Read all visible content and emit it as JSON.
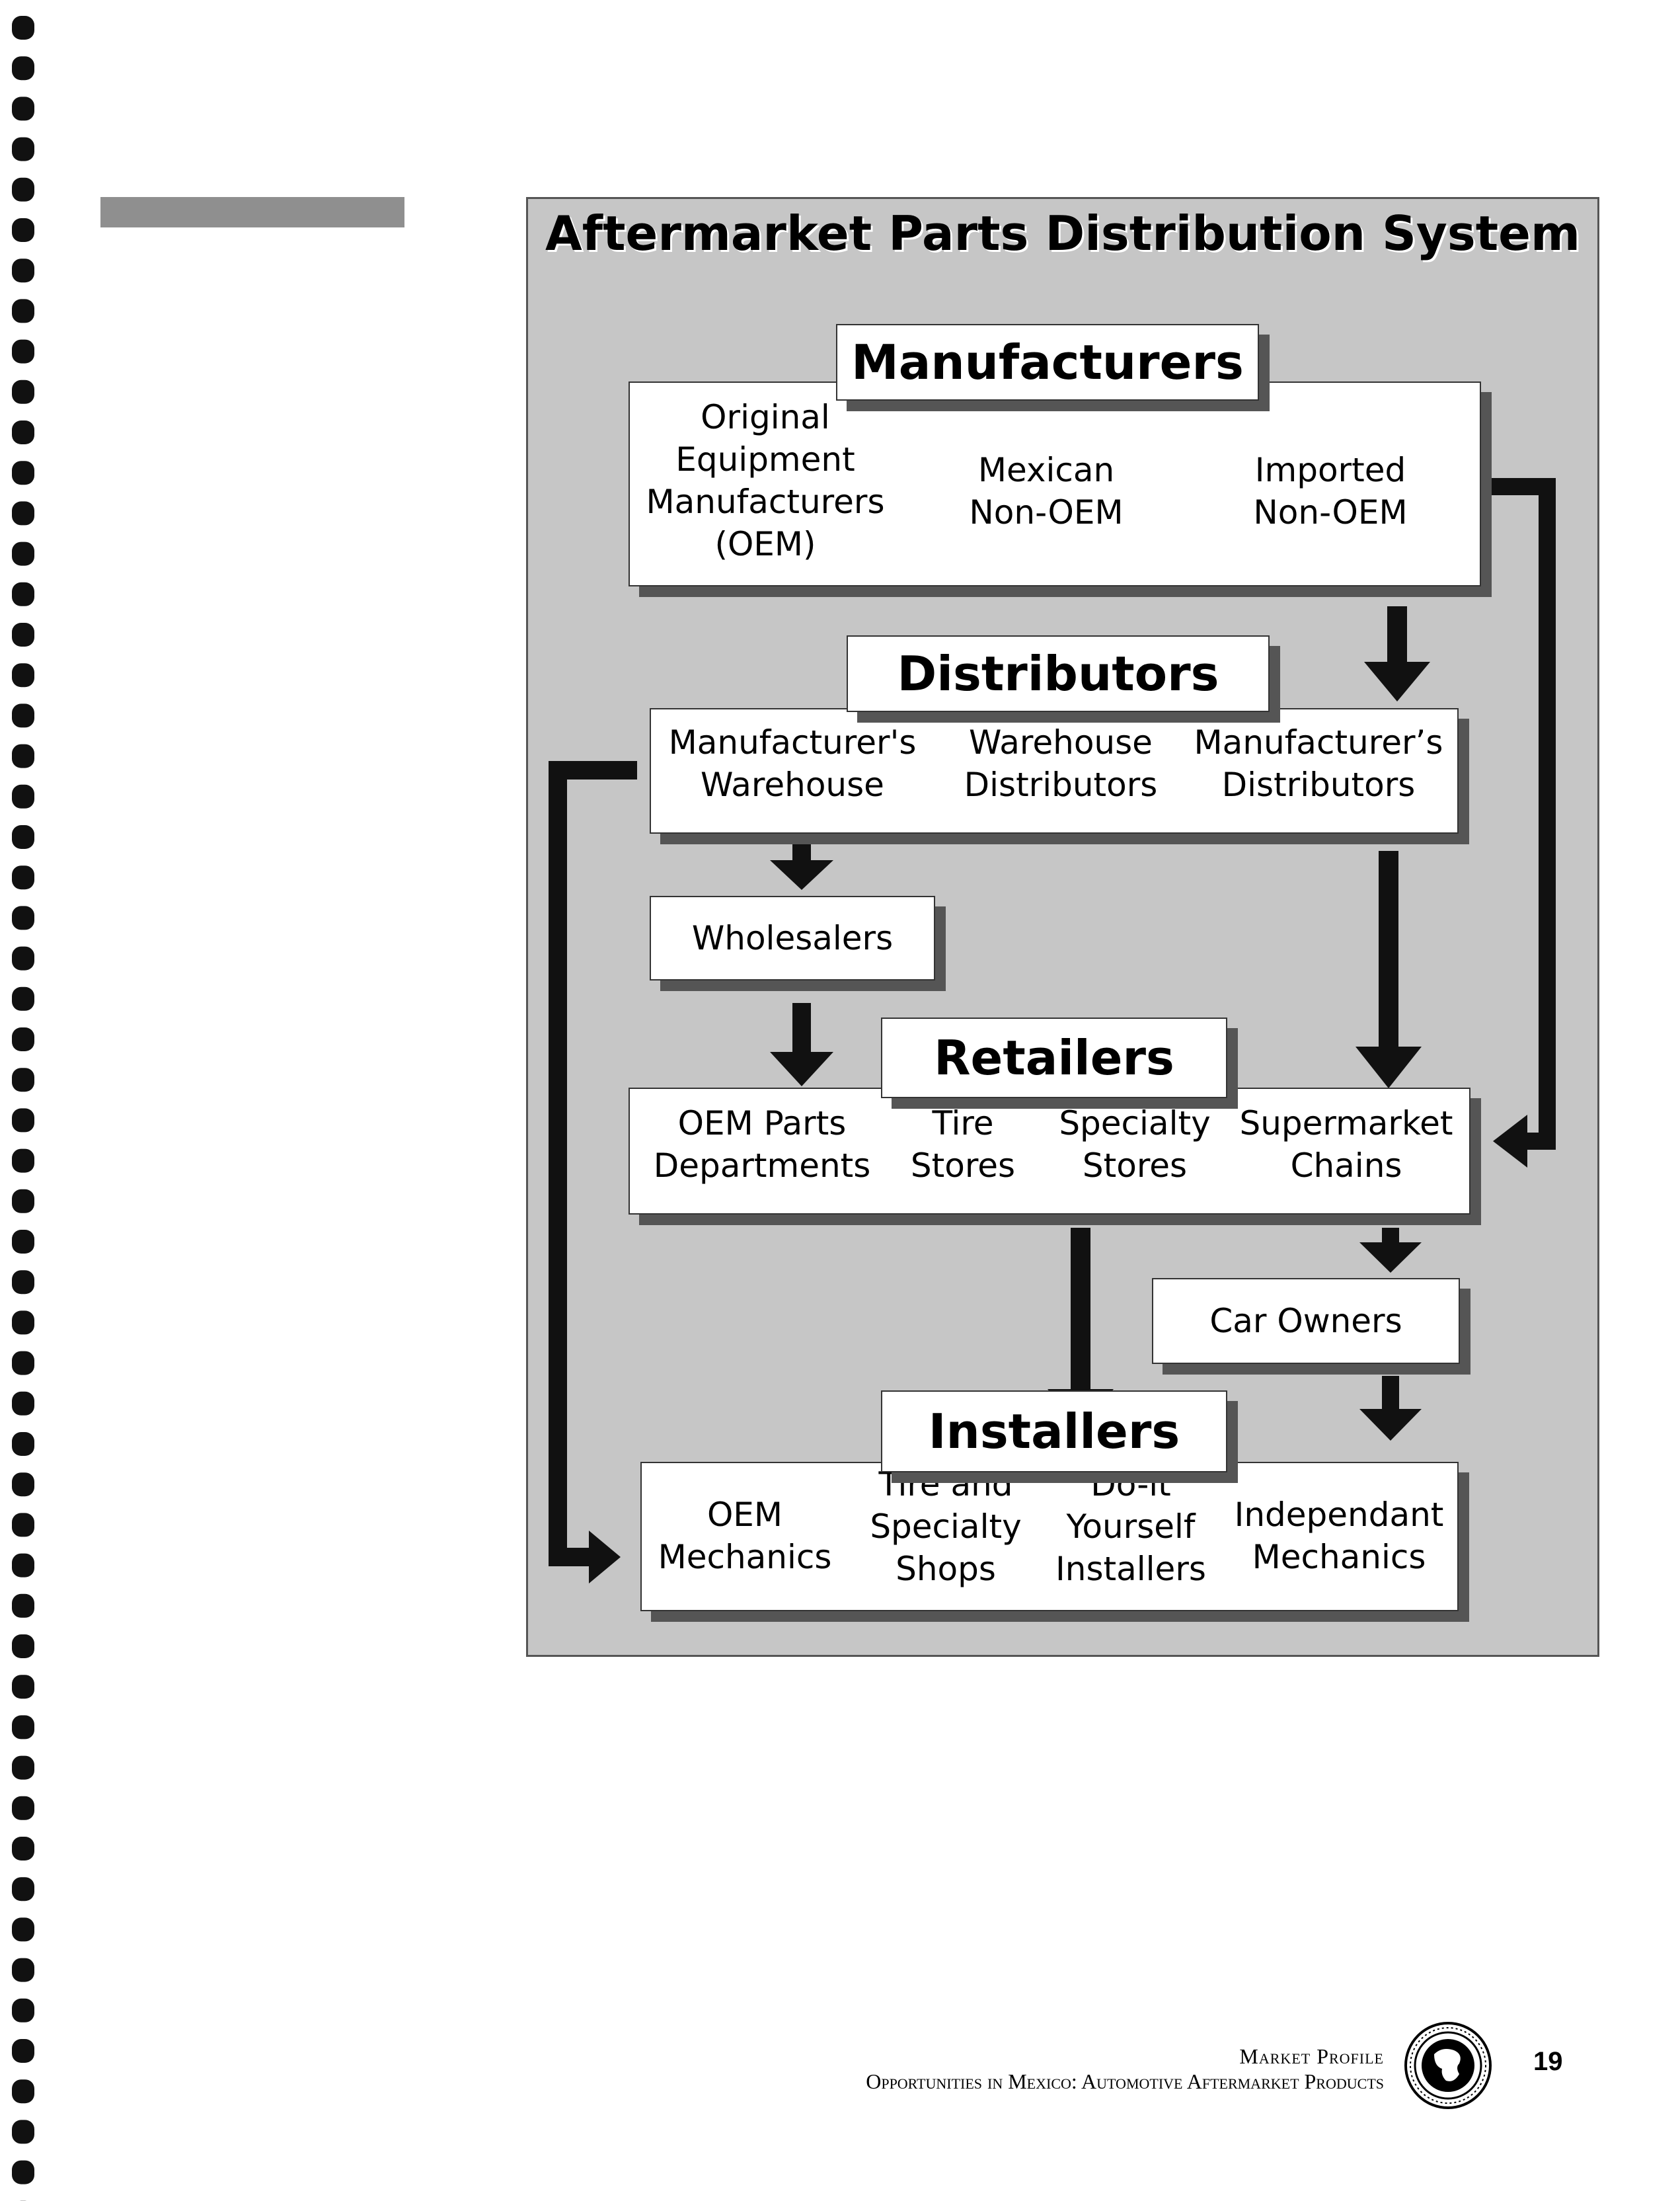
{
  "diagram": {
    "title": "Aftermarket Parts Distribution System",
    "manufacturers": {
      "heading": "Manufacturers",
      "items": [
        "Original\nEquipment\nManufacturers\n(OEM)",
        "Mexican\nNon-OEM",
        "Imported\nNon-OEM"
      ]
    },
    "distributors": {
      "heading": "Distributors",
      "items": [
        "Manufacturer's\nWarehouse",
        "Warehouse\nDistributors",
        "Manufacturer’s\nDistributors"
      ]
    },
    "wholesalers": "Wholesalers",
    "retailers": {
      "heading": "Retailers",
      "items": [
        "OEM Parts\nDepartments",
        "Tire\nStores",
        "Specialty\nStores",
        "Supermarket\nChains"
      ]
    },
    "car_owners": "Car Owners",
    "installers": {
      "heading": "Installers",
      "items": [
        "OEM\nMechanics",
        "Tire and\nSpecialty\nShops",
        "Do-it\nYourself\nInstallers",
        "Independant\nMechanics"
      ]
    }
  },
  "footer": {
    "section": "Market Profile",
    "subtitle": "Opportunities in Mexico: Automotive Aftermarket Products",
    "page_number": "19"
  }
}
